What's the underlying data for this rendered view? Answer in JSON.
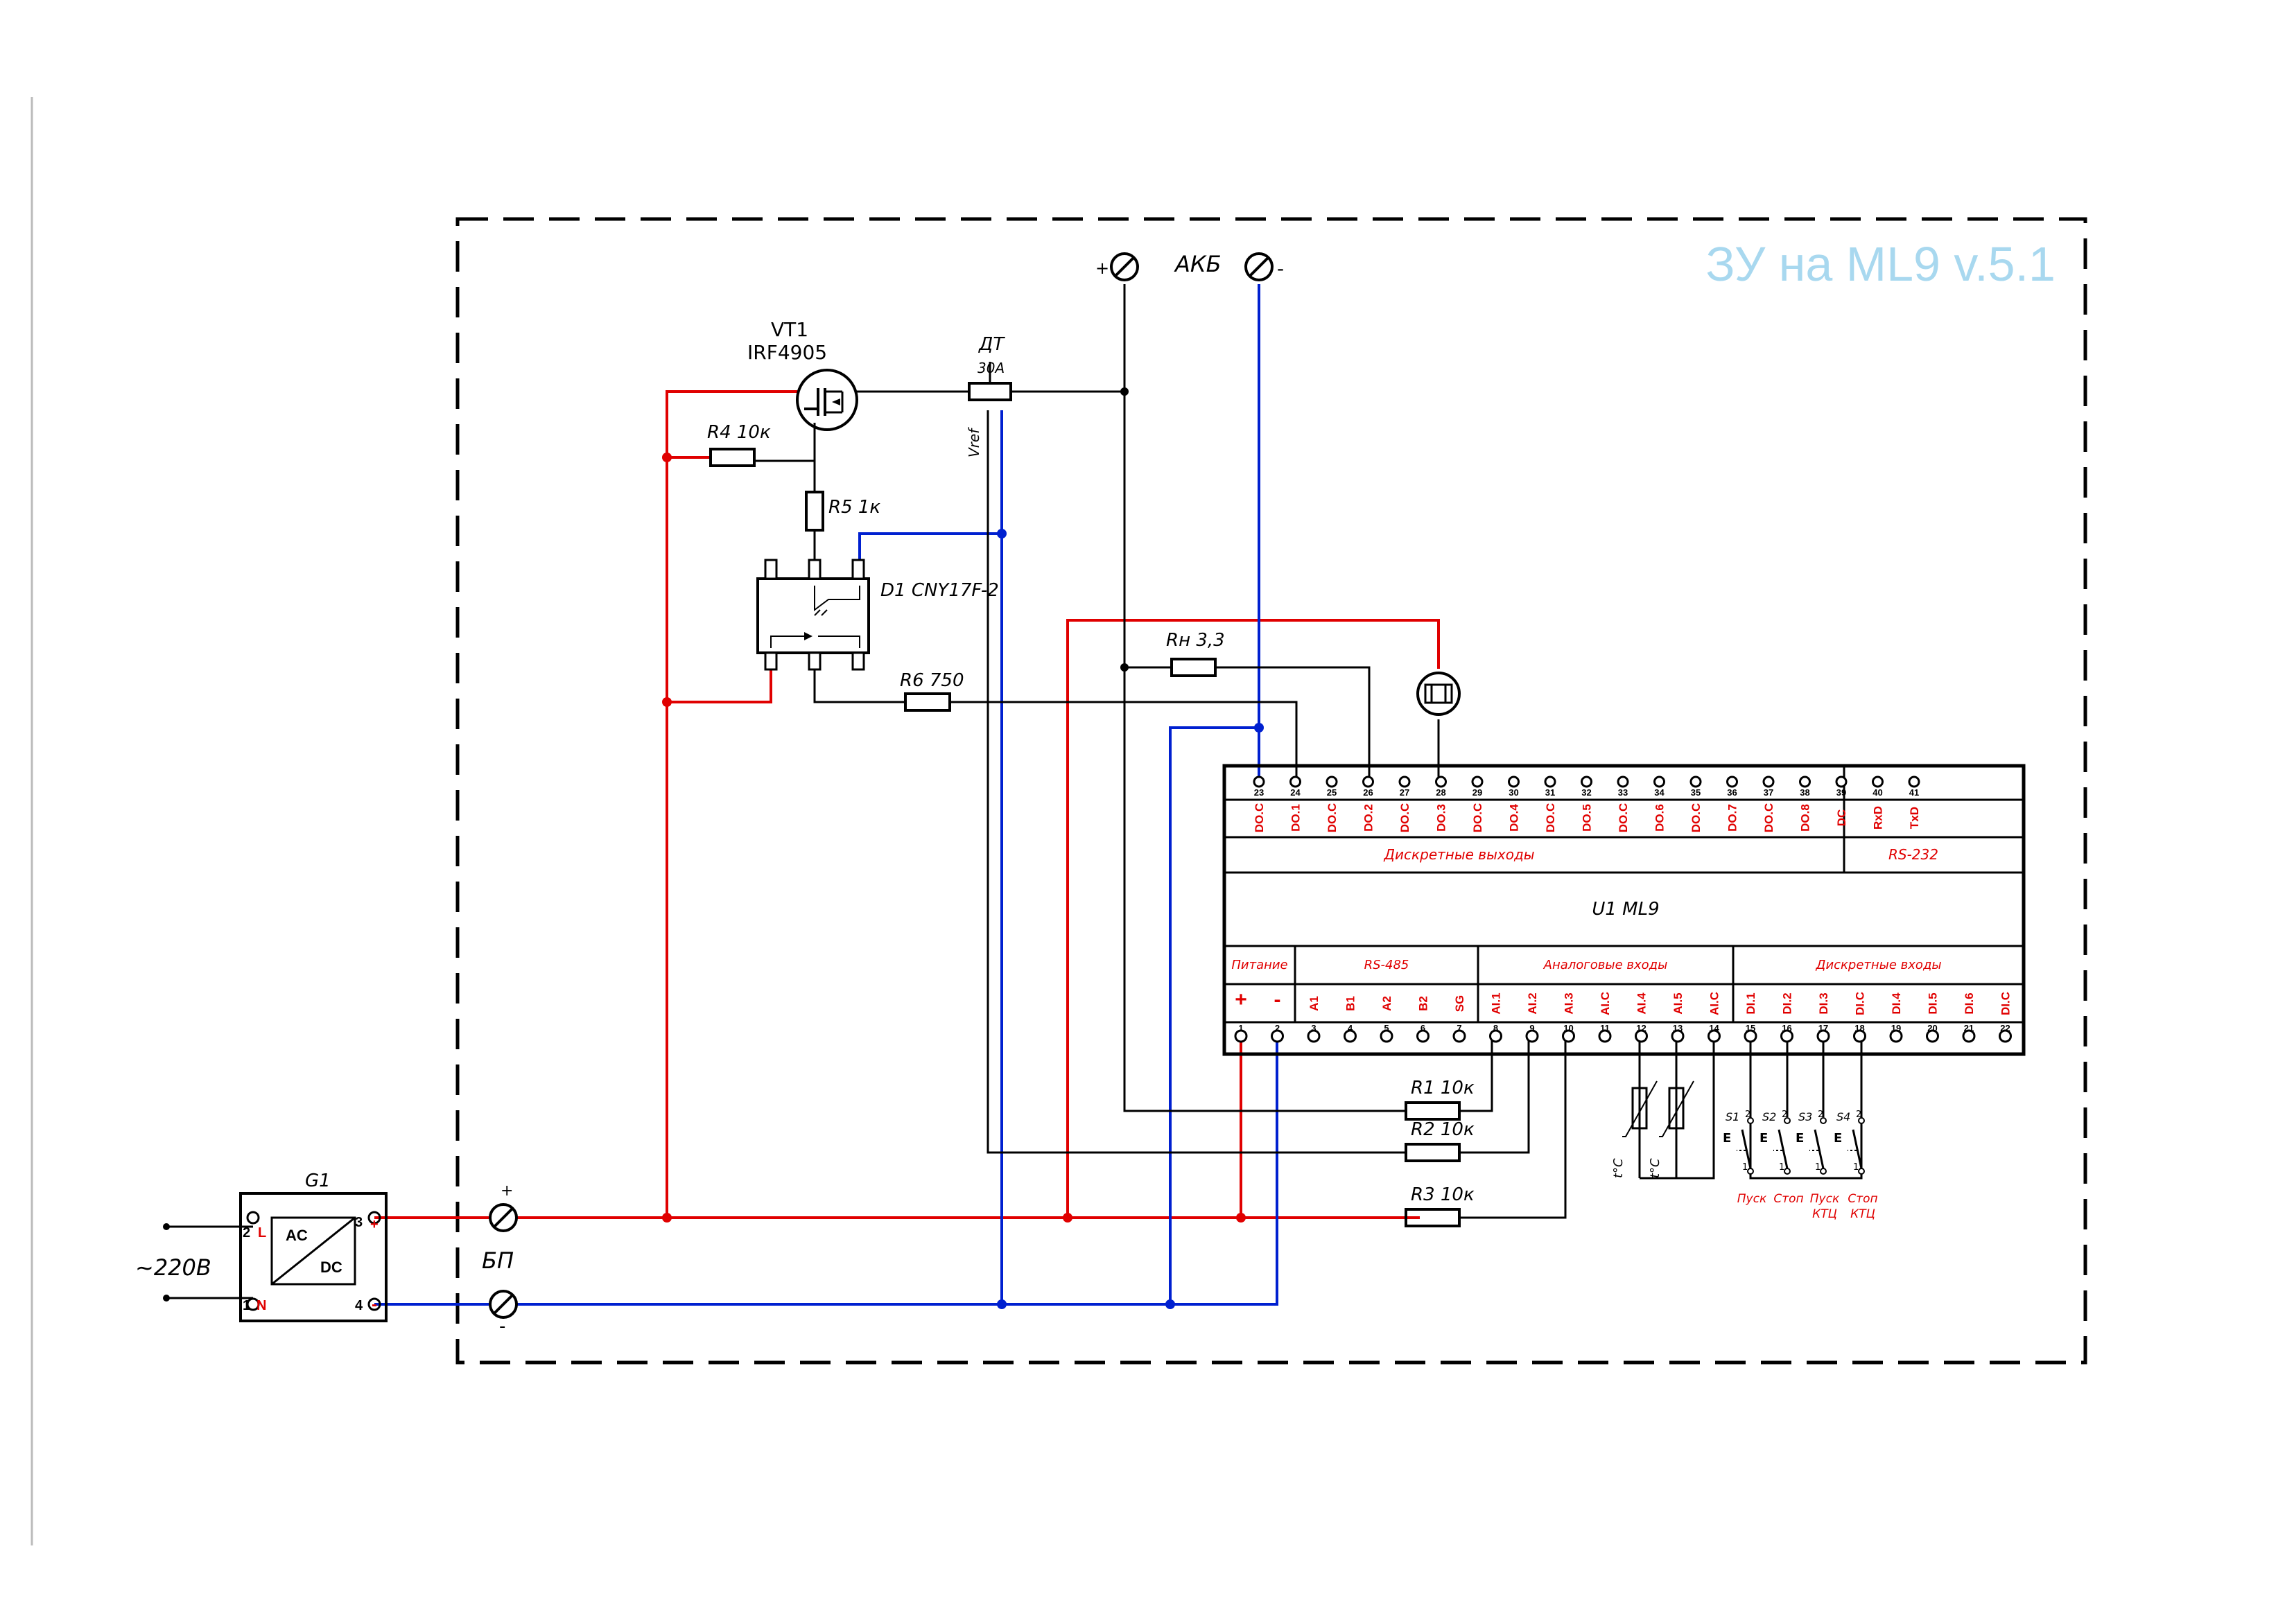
{
  "title": "ЗУ на ML9 v.5.1",
  "colors": {
    "positive": "#e00000",
    "negative": "#0020d0",
    "signal": "#000000",
    "title": "#a8d8ef"
  },
  "vt1": {
    "ref": "VT1",
    "part": "IRF4905"
  },
  "dt": {
    "ref": "ДТ",
    "rating": "30А",
    "vref": "Vref"
  },
  "akb": {
    "label": "АКБ",
    "plus": "+",
    "minus": "-"
  },
  "r4": "R4 10к",
  "r5": "R5 1к",
  "r6": "R6 750",
  "rn": "Rн 3,3",
  "d1": "D1 CNY17F-2",
  "r1": "R1 10к",
  "r2": "R2 10к",
  "r3": "R3 10к",
  "g1": {
    "ref": "G1",
    "ac": "AC",
    "dc": "DC",
    "pin2": "2",
    "pinL": "L",
    "pin1": "1",
    "pinN": "N",
    "pin3": "3",
    "pinPlus": "+",
    "pin4": "4",
    "pinMinus": "-"
  },
  "mains": "~220В",
  "bp": {
    "label": "БП",
    "plus": "+",
    "minus": "-"
  },
  "u1": "U1  ML9",
  "sections": {
    "dout": "Дискретные выходы",
    "rs232": "RS-232",
    "power": "Питание",
    "rs485": "RS-485",
    "ain": "Аналоговые входы",
    "din": "Дискретные входы"
  },
  "top_terminals": [
    {
      "num": "23",
      "sig": "DO.C"
    },
    {
      "num": "24",
      "sig": "DO.1"
    },
    {
      "num": "25",
      "sig": "DO.C"
    },
    {
      "num": "26",
      "sig": "DO.2"
    },
    {
      "num": "27",
      "sig": "DO.C"
    },
    {
      "num": "28",
      "sig": "DO.3"
    },
    {
      "num": "29",
      "sig": "DO.C"
    },
    {
      "num": "30",
      "sig": "DO.4"
    },
    {
      "num": "31",
      "sig": "DO.C"
    },
    {
      "num": "32",
      "sig": "DO.5"
    },
    {
      "num": "33",
      "sig": "DO.C"
    },
    {
      "num": "34",
      "sig": "DO.6"
    },
    {
      "num": "35",
      "sig": "DO.C"
    },
    {
      "num": "36",
      "sig": "DO.7"
    },
    {
      "num": "37",
      "sig": "DO.C"
    },
    {
      "num": "38",
      "sig": "DO.8"
    },
    {
      "num": "39",
      "sig": "DC"
    },
    {
      "num": "40",
      "sig": "RxD"
    },
    {
      "num": "41",
      "sig": "TxD"
    }
  ],
  "bottom_terminals": [
    {
      "num": "1",
      "sig": "+"
    },
    {
      "num": "2",
      "sig": "-"
    },
    {
      "num": "3",
      "sig": "A1"
    },
    {
      "num": "4",
      "sig": "B1"
    },
    {
      "num": "5",
      "sig": "A2"
    },
    {
      "num": "6",
      "sig": "B2"
    },
    {
      "num": "7",
      "sig": "SG"
    },
    {
      "num": "8",
      "sig": "AI.1"
    },
    {
      "num": "9",
      "sig": "AI.2"
    },
    {
      "num": "10",
      "sig": "AI.3"
    },
    {
      "num": "11",
      "sig": "AI.C"
    },
    {
      "num": "12",
      "sig": "AI.4"
    },
    {
      "num": "13",
      "sig": "AI.5"
    },
    {
      "num": "14",
      "sig": "AI.C"
    },
    {
      "num": "15",
      "sig": "DI.1"
    },
    {
      "num": "16",
      "sig": "DI.2"
    },
    {
      "num": "17",
      "sig": "DI.3"
    },
    {
      "num": "18",
      "sig": "DI.C"
    },
    {
      "num": "19",
      "sig": "DI.4"
    },
    {
      "num": "20",
      "sig": "DI.5"
    },
    {
      "num": "21",
      "sig": "DI.6"
    },
    {
      "num": "22",
      "sig": "DI.C"
    }
  ],
  "thermistors": [
    {
      "label": "t°C"
    },
    {
      "label": "t°C"
    }
  ],
  "switches": [
    {
      "ref": "S1",
      "label": "Пуск",
      "label2": ""
    },
    {
      "ref": "S2",
      "label": "Стоп",
      "label2": ""
    },
    {
      "ref": "S3",
      "label": "Пуск",
      "label2": "КТЦ"
    },
    {
      "ref": "S4",
      "label": "Стоп",
      "label2": "КТЦ"
    }
  ],
  "switch_pins": {
    "top": "2",
    "bottom": "1",
    "mark": "E"
  }
}
